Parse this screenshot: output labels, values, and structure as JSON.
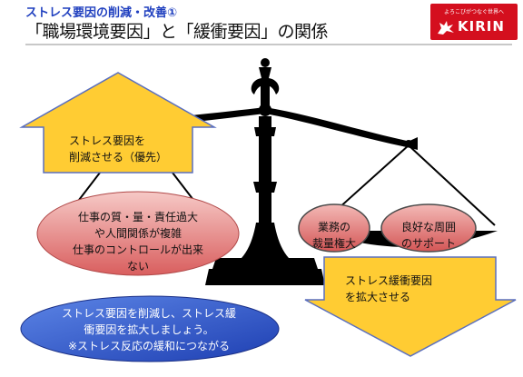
{
  "header": {
    "subtitle": "ストレス要因の削減・改善①",
    "title": "「職場環境要因」と「緩衝要因」の関係"
  },
  "logo": {
    "tagline": "よろこびがつなぐ世界へ",
    "name": "KIRIN"
  },
  "diagram": {
    "reduce_arrow": {
      "line1": "ストレス要因を",
      "line2": "削減させる（優先）"
    },
    "stress_factors": {
      "line1": "仕事の質・量・責任過大",
      "line2": "や人間関係が複雑",
      "line3": "仕事のコントロールが出来",
      "line4": "ない"
    },
    "discretion": {
      "line1": "業務の",
      "line2": "裁量権大"
    },
    "support": {
      "line1": "良好な周囲",
      "line2": "のサポート"
    },
    "buffer_arrow": {
      "line1": "ストレス緩衝要因",
      "line2": "を拡大させる"
    },
    "summary": {
      "line1": "ストレス要因を削減し、ストレス緩",
      "line2": "衝要因を拡大しましょう。",
      "line3": "※ストレス反応の緩和につながる"
    }
  },
  "colors": {
    "accent_blue": "#1f3fbf",
    "arrow_yellow": "#ffcc33",
    "ellipse_red": "#e27a7a",
    "ellipse_blue": "#2f55c8",
    "logo_red": "#d40f1e"
  }
}
